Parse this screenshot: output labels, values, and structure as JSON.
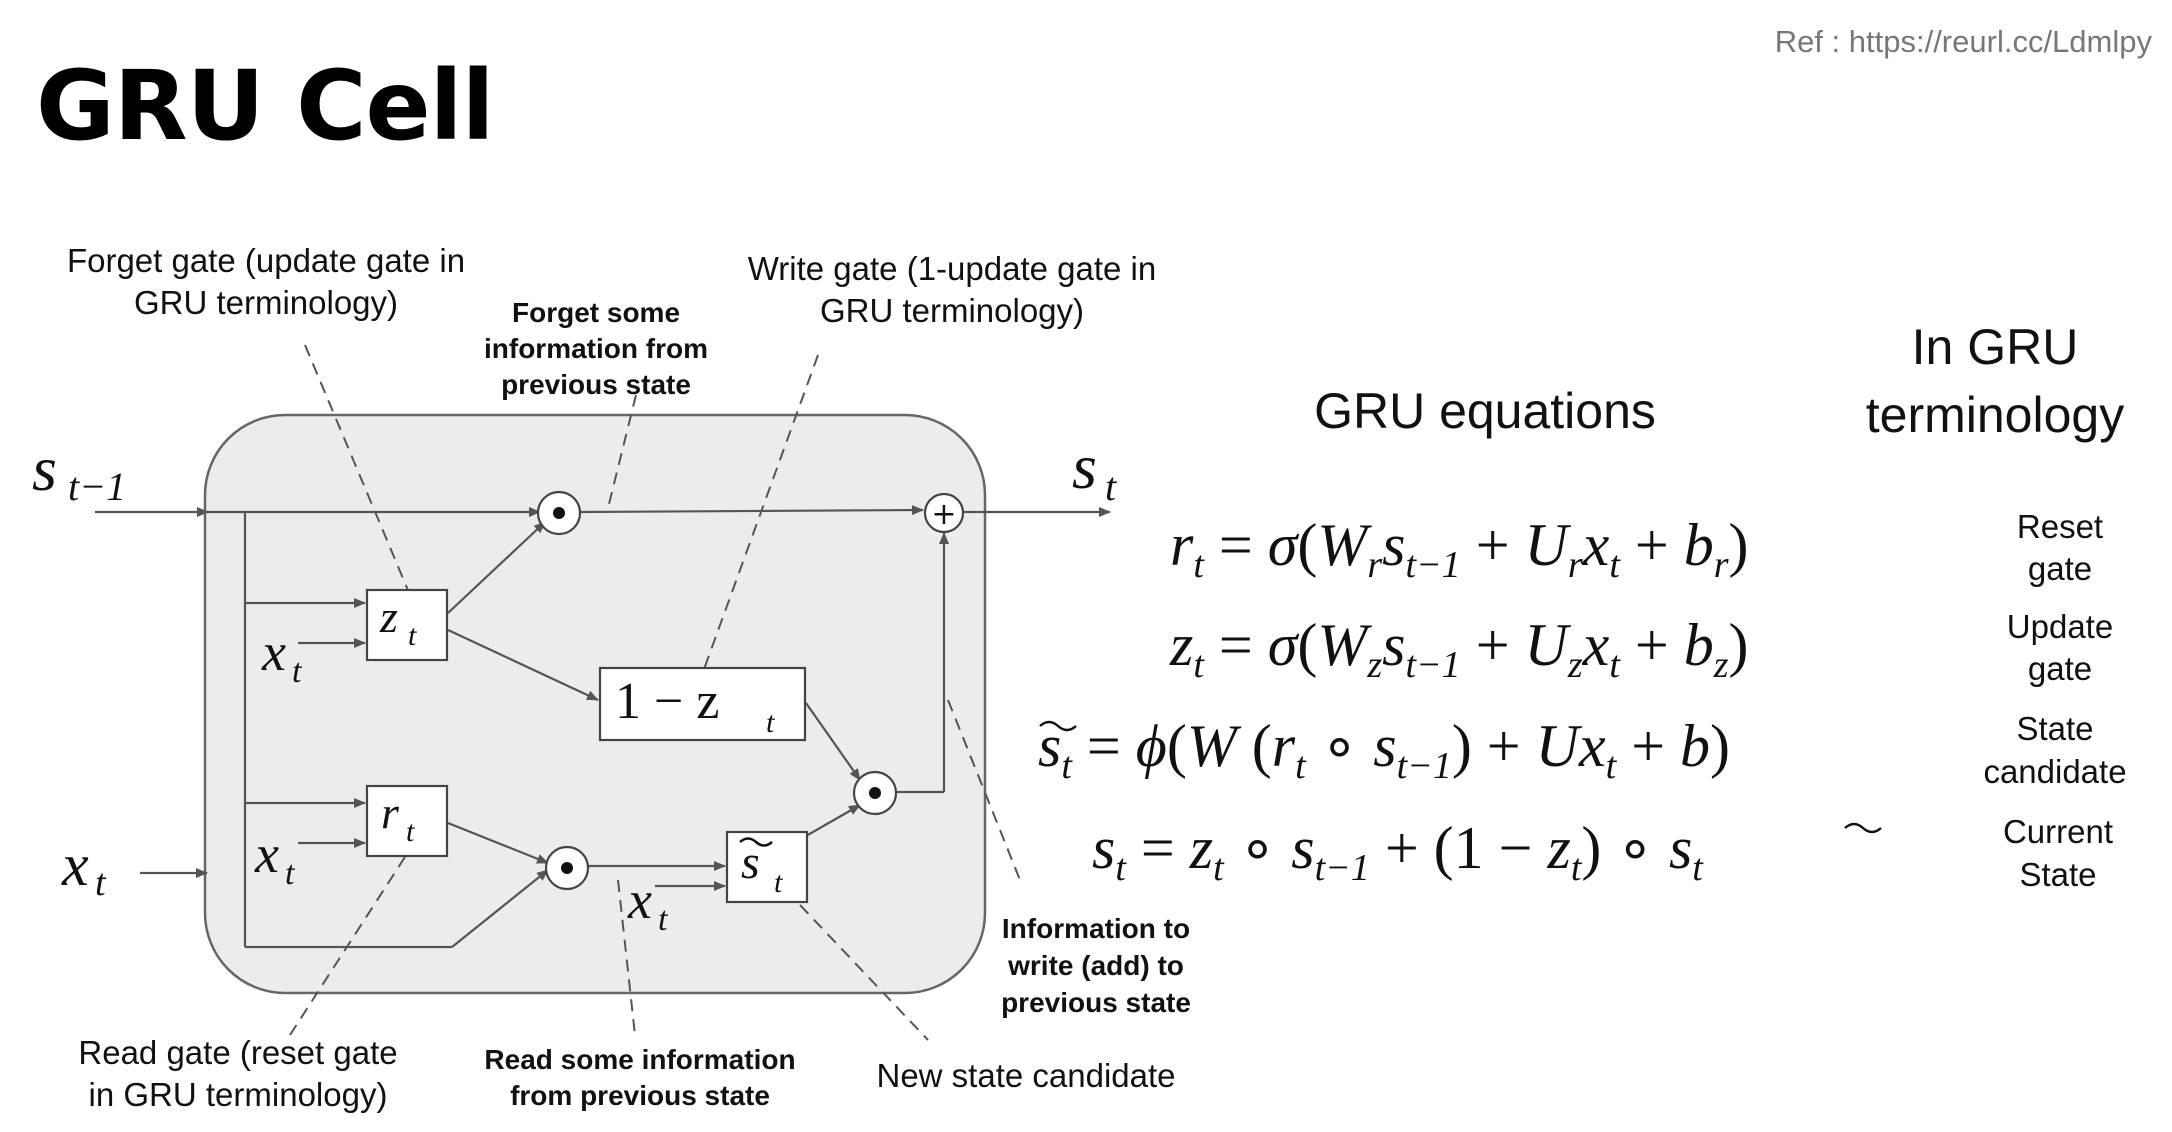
{
  "title": "GRU Cell",
  "reference": "Ref :  https://reurl.cc/Ldmlpy",
  "diagram": {
    "inputs": {
      "prev_state": "s",
      "prev_state_sub": "t−1",
      "input": "x",
      "input_sub": "t",
      "output": "s",
      "output_sub": "t"
    },
    "nodes": {
      "update_gate": "z",
      "update_gate_sub": "t",
      "reset_gate": "r",
      "reset_gate_sub": "t",
      "one_minus_z": "1 − z",
      "one_minus_z_sub": "t",
      "candidate": "s",
      "candidate_sub": "t"
    },
    "annotations": {
      "forget_gate_1": "Forget gate (update gate in",
      "forget_gate_2": "GRU terminology)",
      "forget_info_1": "Forget some",
      "forget_info_2": "information from",
      "forget_info_3": "previous state",
      "write_gate_1": "Write gate (1-update gate in",
      "write_gate_2": "GRU terminology)",
      "write_info_1": "Information to",
      "write_info_2": "write (add) to",
      "write_info_3": "previous state",
      "read_gate_1": "Read gate (reset gate",
      "read_gate_2": "in GRU terminology)",
      "read_info_1": "Read some information",
      "read_info_2": "from previous state",
      "new_candidate": "New state candidate"
    }
  },
  "equations": {
    "header": "GRU equations",
    "terminology_header_1": "In GRU",
    "terminology_header_2": "terminology",
    "rows": [
      {
        "term_1": "Reset",
        "term_2": "gate"
      },
      {
        "term_1": "Update",
        "term_2": "gate"
      },
      {
        "term_1": "State",
        "term_2": "candidate"
      },
      {
        "term_1": "Current",
        "term_2": "State"
      }
    ]
  }
}
